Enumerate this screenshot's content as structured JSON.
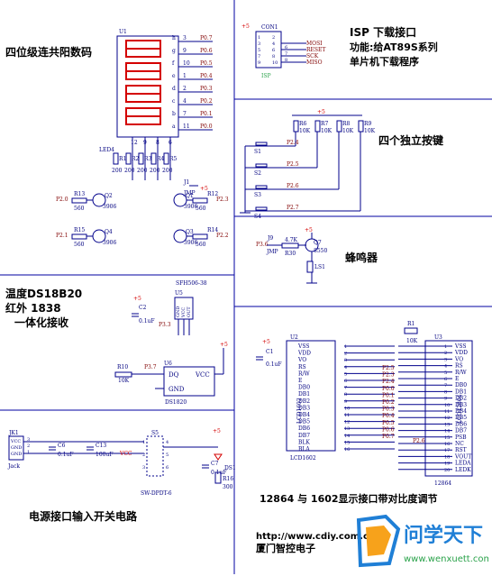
{
  "sections": {
    "display_title": "四位级连共阳数码",
    "isp_title": "ISP 下载接口",
    "isp_func_line1": "功能:给AT89S系列",
    "isp_func_line2": "单片机下载程序",
    "keys_title": "四个独立按键",
    "buzzer_title": "蜂鸣器",
    "sensor_line1": "温度DS18B20",
    "sensor_line2": "红外  1838",
    "sensor_line3": "一体化接收",
    "lcd_title": "12864 与 1602显示接口带对比度调节",
    "power_title": "电源接口输入开关电路",
    "footer_url": "http://www.cdiy.com.c",
    "footer_company": "厦门智控电子"
  },
  "display": {
    "ref": "U1",
    "pin_numbers": [
      "3",
      "9",
      "10",
      "1",
      "2",
      "4",
      "7",
      "11"
    ],
    "seg_letters": [
      "h",
      "g",
      "f",
      "e",
      "d",
      "c",
      "b",
      "a"
    ],
    "port_labels": [
      "P0.7",
      "P0.6",
      "P0.5",
      "P0.4",
      "P0.3",
      "P0.2",
      "P0.1",
      "P0.0"
    ],
    "digit_pins": [
      "12",
      "9",
      "8",
      "6"
    ],
    "led_label": "LED4",
    "resistors": [
      {
        "ref": "R1",
        "value": "200"
      },
      {
        "ref": "R2",
        "value": "200"
      },
      {
        "ref": "R3",
        "value": "200"
      },
      {
        "ref": "R4",
        "value": "200"
      },
      {
        "ref": "R5",
        "value": "200"
      }
    ],
    "transistors": [
      {
        "ref": "Q2",
        "type": "3906",
        "base_res": "R13",
        "res_value": "560",
        "port": "P2.0"
      },
      {
        "ref": "Q1",
        "type": "3906",
        "base_res": "R12",
        "res_value": "560",
        "port": "P2.3"
      },
      {
        "ref": "Q4",
        "type": "3906",
        "base_res": "R15",
        "res_value": "560",
        "port": "P2.1"
      },
      {
        "ref": "Q3",
        "type": "3906",
        "base_res": "R14",
        "res_value": "560",
        "port": "P2.2"
      }
    ],
    "jumper": "J1",
    "jumper_label": "JMP",
    "vcc": "+5"
  },
  "isp": {
    "ref": "CON1",
    "signals": [
      "MOSI",
      "RESET",
      "SCK",
      "MISO"
    ],
    "pins_left": [
      "1",
      "3",
      "5",
      "7",
      "9"
    ],
    "pins_right": [
      "2",
      "4",
      "6",
      "8",
      "10"
    ],
    "right_pin_numbers": [
      "6",
      "7",
      "8"
    ],
    "connector_label": "ISP",
    "vcc": "+5"
  },
  "keys": {
    "resistors": [
      {
        "ref": "R6",
        "value": "10K"
      },
      {
        "ref": "R7",
        "value": "10K"
      },
      {
        "ref": "R8",
        "value": "10K"
      },
      {
        "ref": "R9",
        "value": "10K"
      }
    ],
    "switches": [
      {
        "ref": "S1",
        "port": "P2.4"
      },
      {
        "ref": "S2",
        "port": "P2.5"
      },
      {
        "ref": "S3",
        "port": "P2.6"
      },
      {
        "ref": "S4",
        "port": "P2.7"
      }
    ],
    "vcc": "+5"
  },
  "buzzer": {
    "port": "P3.6",
    "jumper": "J9",
    "jumper_label": "JMP",
    "resistor": {
      "ref": "R30",
      "value": "4.7K"
    },
    "transistor": {
      "ref": "Q7",
      "type": "8550"
    },
    "speaker": "LS1",
    "vcc": "+5"
  },
  "sensor": {
    "ir": {
      "ref": "U5",
      "part": "SFH506-38",
      "port": "P3.3",
      "pins": [
        "GND",
        "VCC",
        "OUT"
      ]
    },
    "cap": {
      "ref": "C2",
      "value": "0.1uF"
    },
    "ds": {
      "ref": "U6",
      "part": "DS1820",
      "pins": [
        "DQ",
        "VCC",
        "GND"
      ]
    },
    "pullup": {
      "ref": "R10",
      "value": "10K"
    },
    "ds_port": "P3.7",
    "vcc": "+5"
  },
  "lcd1602": {
    "ref": "U2",
    "name": "LCD1602",
    "body_label": "LCD1602",
    "pins": [
      "VSS",
      "VDD",
      "VO",
      "RS",
      "R/W",
      "E",
      "DB0",
      "DB1",
      "DB2",
      "DB3",
      "DB4",
      "DB5",
      "DB6",
      "DB7",
      "BLK",
      "BLA"
    ],
    "pin_numbers": [
      "1",
      "2",
      "3",
      "4",
      "5",
      "6",
      "7",
      "8",
      "9",
      "10",
      "11",
      "12",
      "13",
      "14",
      "15",
      "16"
    ]
  },
  "lcd12864": {
    "ref": "U3",
    "name": "12864",
    "body_label": "LCD12864",
    "pins": [
      "VSS",
      "VDD",
      "VO",
      "RS",
      "R/W",
      "E",
      "DB0",
      "DB1",
      "DB2",
      "DB3",
      "DB4",
      "DB5",
      "DB6",
      "DB7",
      "PSB",
      "NC",
      "RST",
      "VOUT",
      "LEDA",
      "LEDK"
    ],
    "pin_numbers": [
      "1",
      "2",
      "3",
      "4",
      "5",
      "6",
      "7",
      "8",
      "9",
      "10",
      "11",
      "12",
      "13",
      "14",
      "15",
      "16",
      "17",
      "18",
      "19",
      "20"
    ]
  },
  "lcd_ports": [
    "P2.5",
    "P2.3",
    "P2.4",
    "P0.0",
    "P0.1",
    "P0.2",
    "P0.3",
    "P0.4",
    "P0.5",
    "P0.6",
    "P0.7"
  ],
  "lcd_misc": {
    "pot": {
      "ref": "R1",
      "value": "10K"
    },
    "cap": {
      "ref": "C1",
      "value": "0.1uF"
    },
    "psb_port": "P2.6",
    "vcc": "+5"
  },
  "power": {
    "jack": "JK1",
    "jack_label": "Jack",
    "jack_pins": [
      "VCC",
      "GND",
      "GND"
    ],
    "jack_pin_nums": [
      "3",
      "2",
      "1"
    ],
    "caps": [
      {
        "ref": "C6",
        "value": "0.1uF"
      },
      {
        "ref": "C13",
        "value": "100uF"
      },
      {
        "ref": "C7",
        "value": "0.1uF"
      }
    ],
    "switch": {
      "ref": "S5",
      "part": "SW-DPDT-6",
      "pins": [
        "1",
        "2",
        "3",
        "4",
        "5",
        "6"
      ]
    },
    "led": {
      "ref": "DS1"
    },
    "resistor": {
      "ref": "R16",
      "value": "300"
    },
    "vcc_label": "VCC",
    "vcc": "+5"
  },
  "watermark": {
    "brand": "问学天下",
    "url": "www.wenxuett.com",
    "colors": {
      "blue": "#1f7fd6",
      "orange": "#f7a21b",
      "green": "#2aa24a"
    }
  },
  "colors": {
    "wire": "#00008b",
    "power": "#d40000",
    "text": "#000080",
    "border": "#0000a0",
    "signal": "#800000"
  }
}
